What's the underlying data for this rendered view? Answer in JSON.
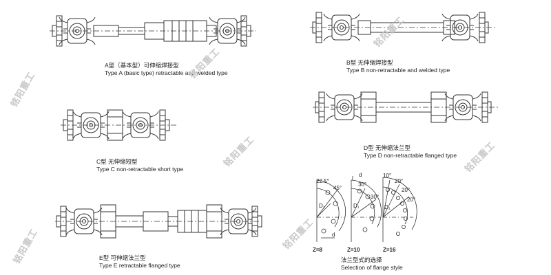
{
  "watermark": {
    "text": "铭阳重工",
    "color": "#c8c8c8"
  },
  "captions": {
    "type_a": {
      "line1": "A型（基本型）可伸缩焊接型",
      "line2": "Type A (basic type)   retractable and welded type"
    },
    "type_b": {
      "line1": "B型  无伸缩焊接型",
      "line2": "Type B   non-retractable and welded type"
    },
    "type_c": {
      "line1": "C型 无伸缩短型",
      "line2": "Type C non-retractable short type"
    },
    "type_d": {
      "line1": "D型  无伸缩法兰型",
      "line2": "Type D non-retractable flanged type"
    },
    "type_e": {
      "line1": "E型  可伸缩法兰型",
      "line2": "Type E retractable flanged type"
    },
    "flange": {
      "line1": "法兰型式的选择",
      "line2": "Selection of flange style"
    }
  },
  "flange_styles": [
    {
      "teeth_label": "Z=8",
      "angles": [
        "22.5°",
        "45°"
      ]
    },
    {
      "teeth_label": "Z=10",
      "angles": [
        "30°",
        "30°"
      ]
    },
    {
      "teeth_label": "Z=16",
      "angles": [
        "10°",
        "20°",
        "20°",
        "20°"
      ]
    }
  ],
  "dimension_labels": {
    "diameter": "D₁",
    "hole": "d"
  },
  "line_color": "#333333"
}
